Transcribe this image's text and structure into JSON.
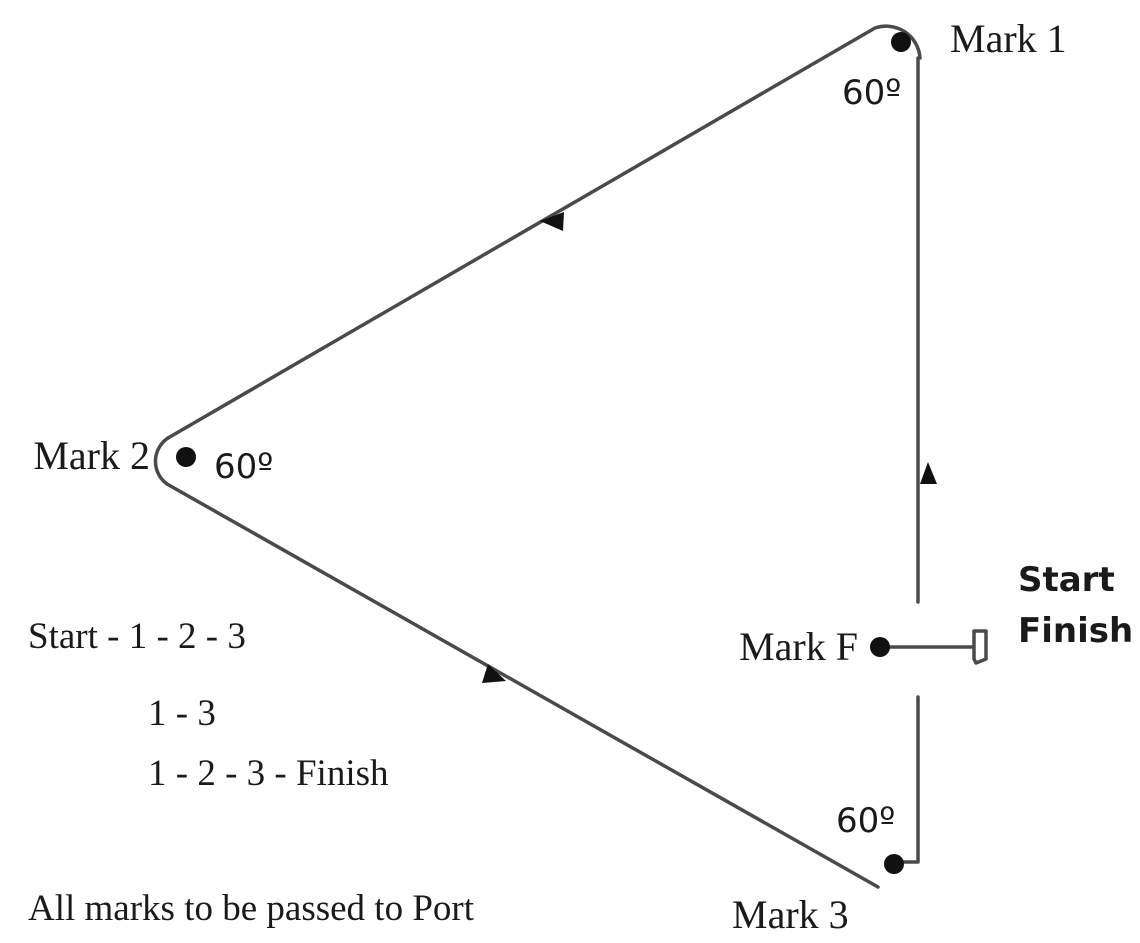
{
  "marks": {
    "mark1": "Mark 1",
    "mark2": "Mark 2",
    "mark3": "Mark 3",
    "markF": "Mark F"
  },
  "angles": {
    "mark1": "60º",
    "mark2": "60º",
    "mark3": "60º"
  },
  "start_finish": {
    "start": "Start",
    "finish": "Finish"
  },
  "course_order": [
    "Start - 1 - 2 - 3",
    "1 - 3",
    "1 - 2 - 3 - Finish"
  ],
  "rounding_note": "All marks to be passed to Port"
}
